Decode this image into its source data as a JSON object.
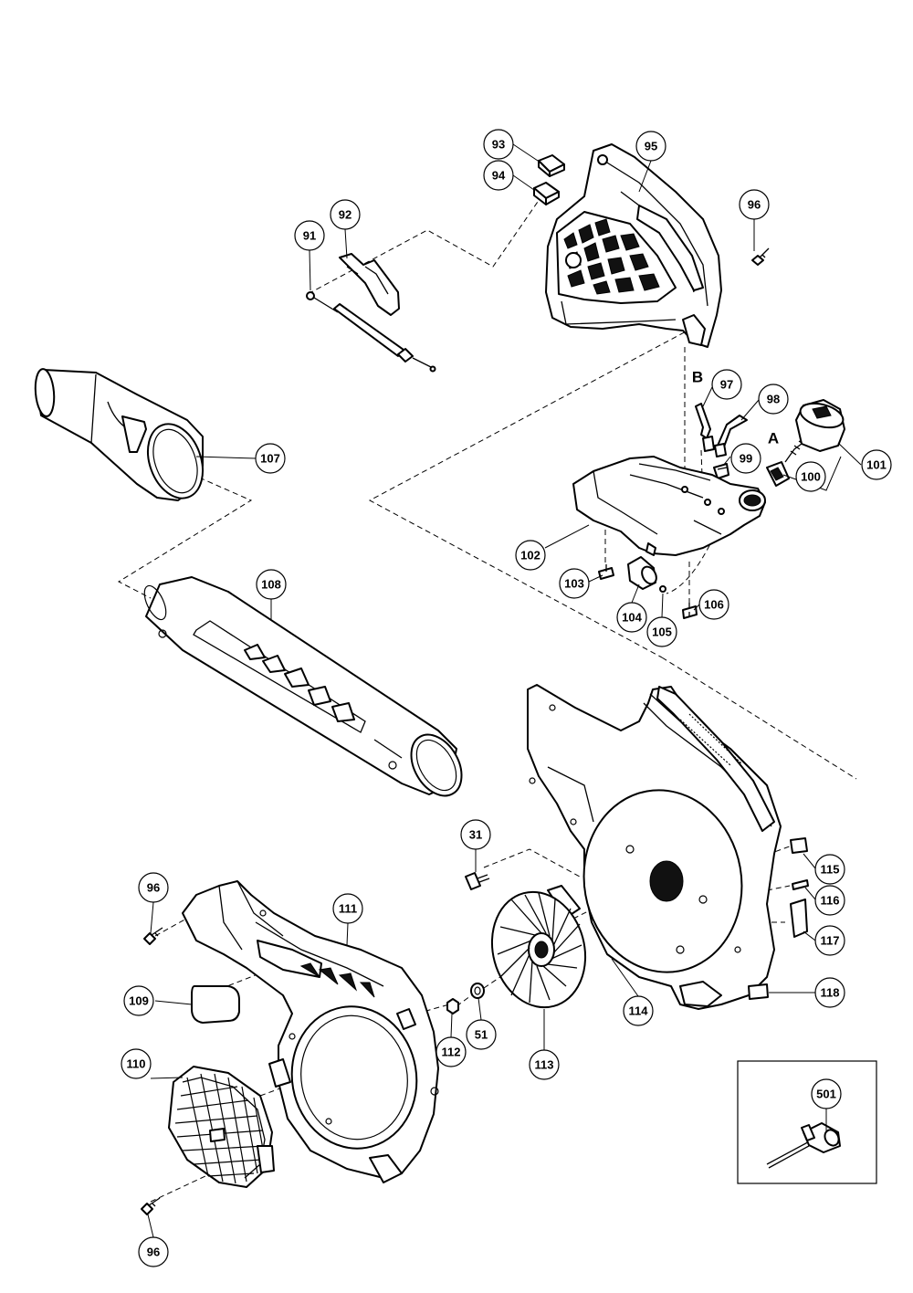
{
  "callouts": {
    "c93": "93",
    "c94": "94",
    "c95": "95",
    "c96a": "96",
    "c91": "91",
    "c92": "92",
    "c107": "107",
    "c97": "97",
    "c98": "98",
    "c99": "99",
    "c101": "101",
    "c100": "100",
    "c102": "102",
    "c103": "103",
    "c104": "104",
    "c105": "105",
    "c106": "106",
    "c108": "108",
    "c31": "31",
    "c115": "115",
    "c116": "116",
    "c117": "117",
    "c96b": "96",
    "c111": "111",
    "c109": "109",
    "c118": "118",
    "c51": "51",
    "c112": "112",
    "c113": "113",
    "c114": "114",
    "c110": "110",
    "c501": "501",
    "c96c": "96"
  },
  "letters": {
    "a": "A",
    "b": "B"
  }
}
